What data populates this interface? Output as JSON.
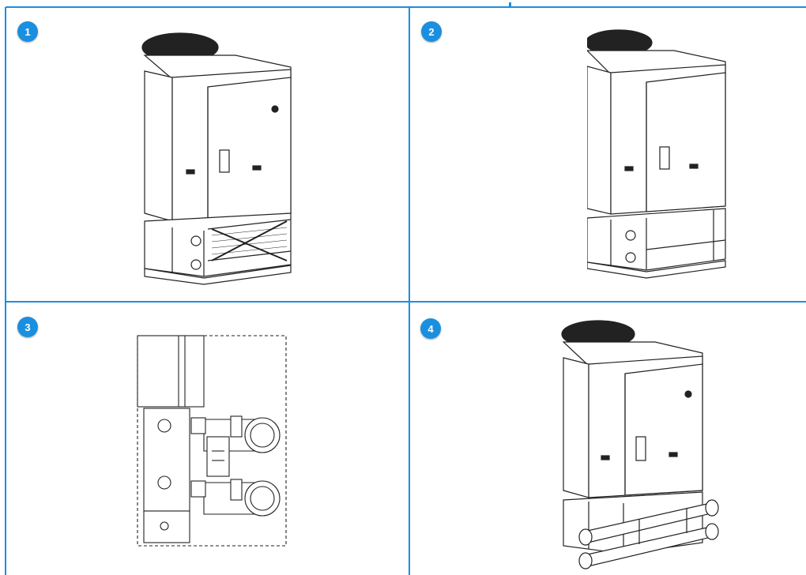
{
  "panels": [
    {
      "number": "1"
    },
    {
      "number": "2"
    },
    {
      "number": "3"
    },
    {
      "number": "4"
    }
  ],
  "colors": {
    "grid_line": "#1a8fe0",
    "badge_fill": "#1a8fe0",
    "badge_text": "#ffffff",
    "drawing_stroke": "#222222"
  }
}
